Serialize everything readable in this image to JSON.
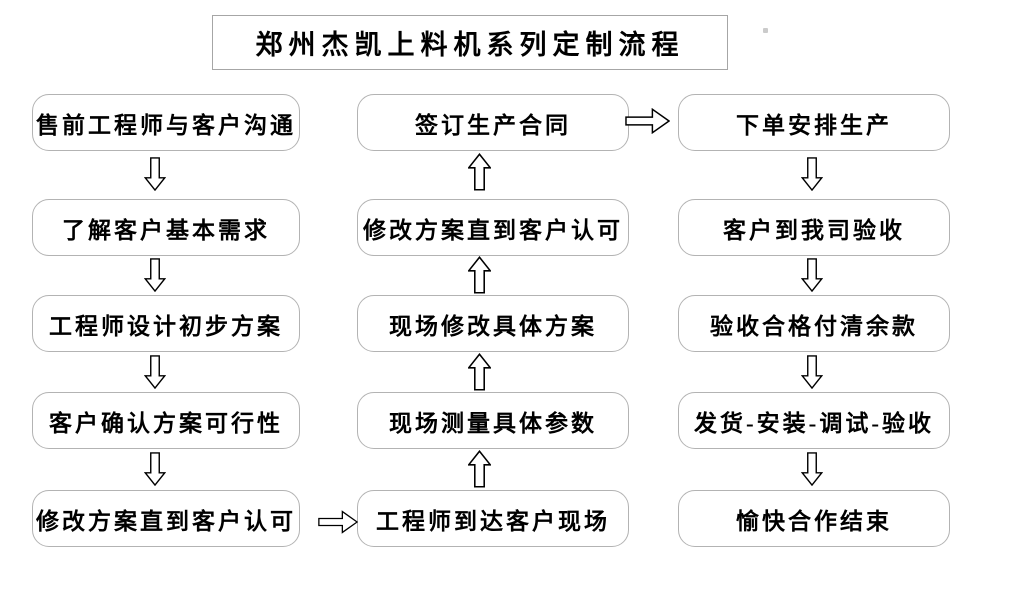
{
  "title": "郑州杰凯上料机系列定制流程",
  "flow": {
    "left": [
      "售前工程师与客户沟通",
      "了解客户基本需求",
      "工程师设计初步方案",
      "客户确认方案可行性",
      "修改方案直到客户认可"
    ],
    "middle": [
      "签订生产合同",
      "修改方案直到客户认可",
      "现场修改具体方案",
      "现场测量具体参数",
      "工程师到达客户现场"
    ],
    "right": [
      "下单安排生产",
      "客户到我司验收",
      "验收合格付清余款",
      "发货-安装-调试-验收",
      "愉快合作结束"
    ]
  },
  "icons": {
    "down_arrow": "hollow block arrow pointing down",
    "up_arrow": "hollow block arrow pointing up",
    "right_arrow": "hollow block arrow pointing right"
  },
  "colors": {
    "background": "#ffffff",
    "box_border": "#b3b3b3",
    "title_border": "#a6a6a6",
    "arrow_outline": "#000000",
    "arrow_fill": "#ffffff",
    "text": "#000000"
  }
}
